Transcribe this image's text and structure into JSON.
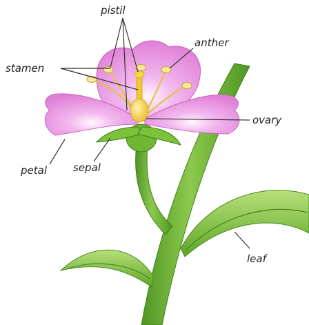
{
  "diagram": {
    "labels": {
      "pistil": "pistil",
      "anther": "anther",
      "stamen": "stamen",
      "ovary": "ovary",
      "petal": "petal",
      "sepal": "sepal",
      "leaf": "leaf"
    }
  },
  "colors": {
    "petal": "#e07fd7",
    "petal_center": "#fbeefa",
    "stem": "#5faa2b",
    "stem_light": "#9fd15a",
    "leaf": "#6cb82f",
    "leaf_light": "#b7e07a",
    "pistil": "#f2c82b",
    "anther": "#f7e99a",
    "leader_line": "#333333"
  }
}
